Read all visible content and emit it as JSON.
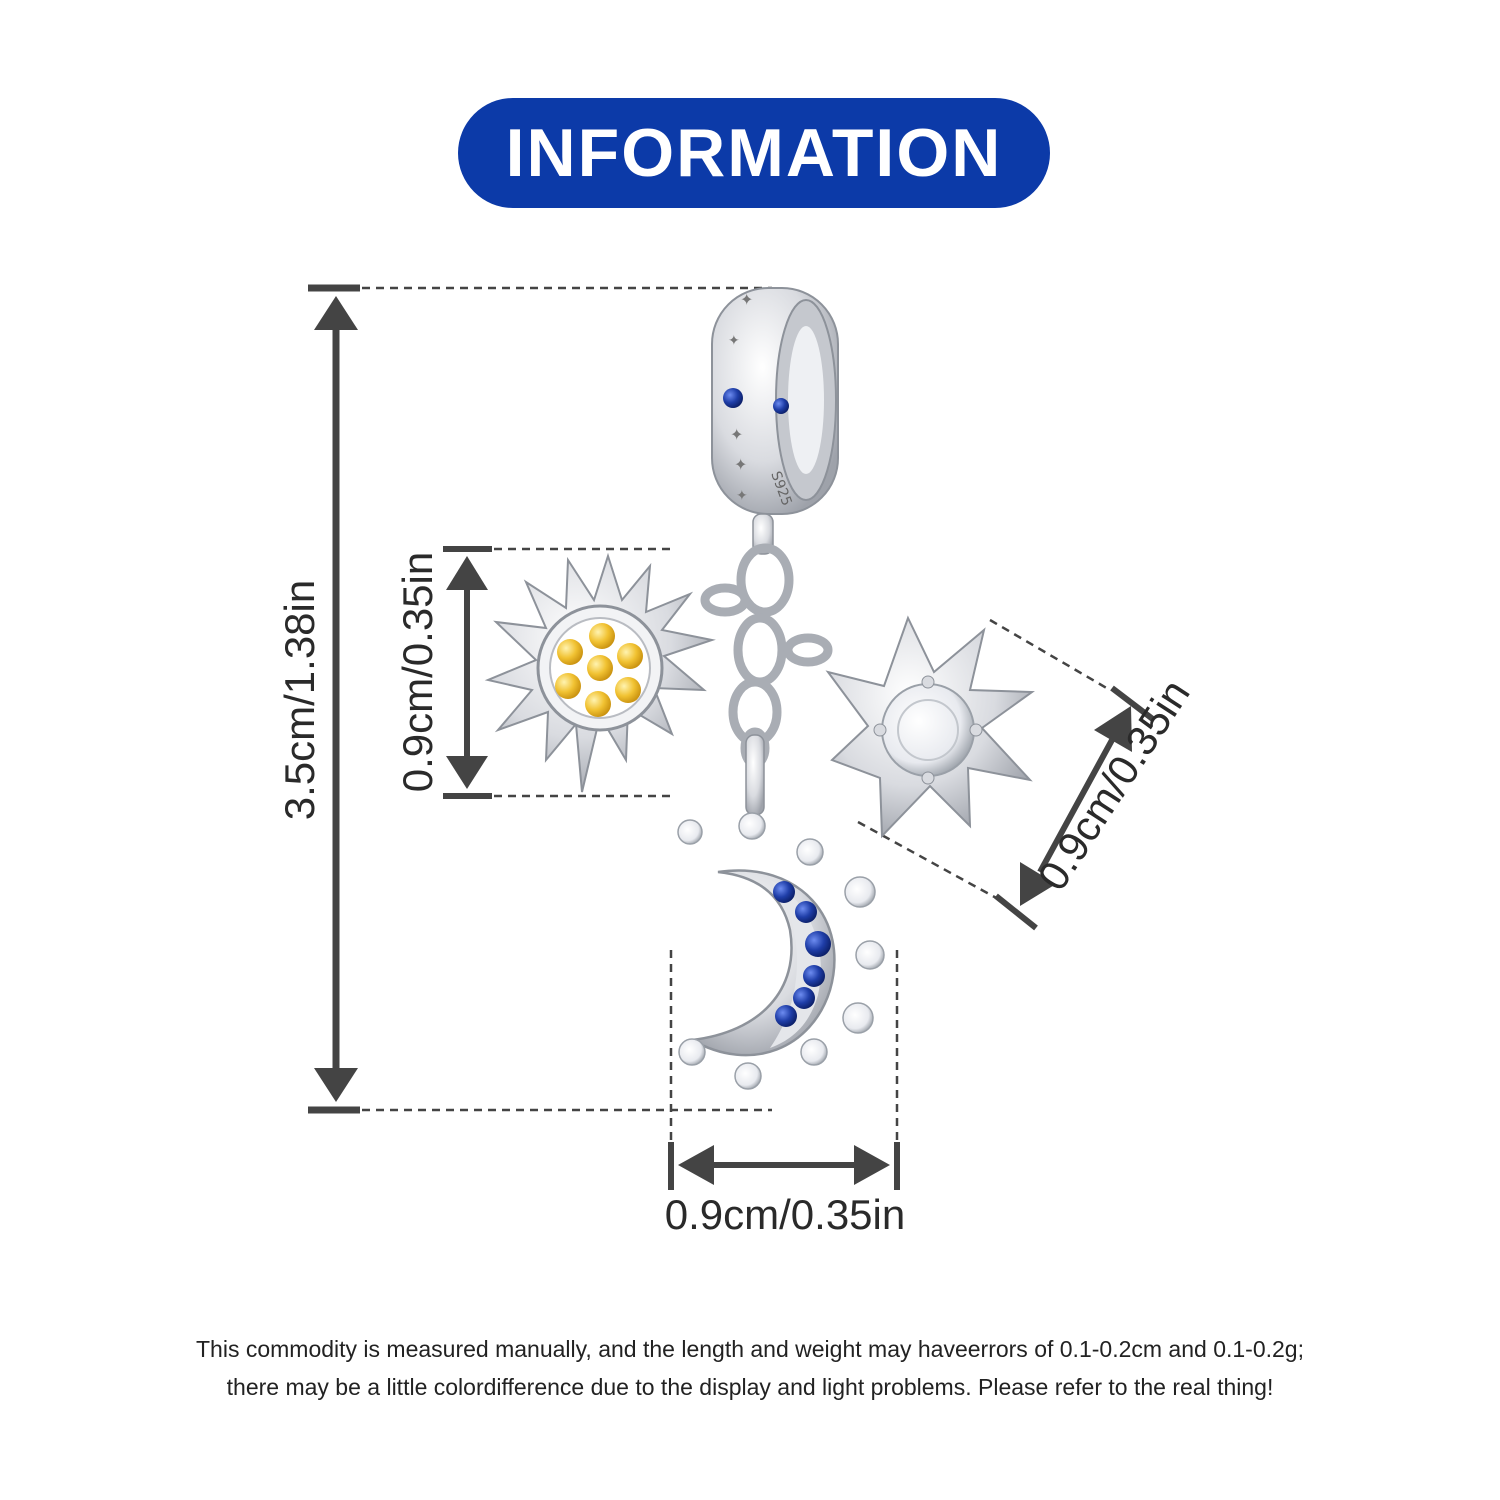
{
  "header": {
    "title": "INFORMATION"
  },
  "dimensions": {
    "total_height": "3.5cm/1.38in",
    "sun_height": "0.9cm/0.35in",
    "star_width": "0.9cm/0.35in",
    "moon_width": "0.9cm/0.35in"
  },
  "disclaimer": {
    "line1": "This commodity is measured manually, and the length and weight may haveerrors of 0.1-0.2cm and 0.1-0.2g;",
    "line2": "there may be a little colordifference due to the display and light problems. Please refer to the real thing!"
  },
  "colors": {
    "banner": "#0c3aa8",
    "silver": "#d9dbe0",
    "citrine": "#f1c232",
    "sapphire": "#1f3ea8",
    "dimension_line": "#444444"
  },
  "product_icons": [
    "sun-charm-icon",
    "star-charm-icon",
    "moon-charm-icon",
    "spacer-bead-icon"
  ]
}
